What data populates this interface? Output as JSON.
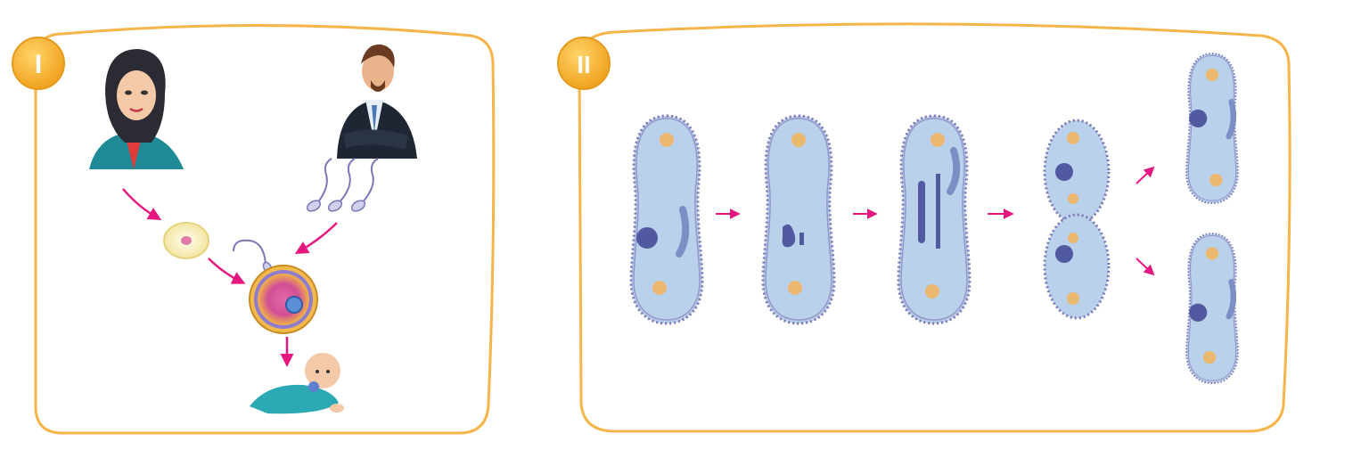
{
  "panels": [
    {
      "id": "panel-1",
      "badge_label": "I"
    },
    {
      "id": "panel-2",
      "badge_label": "II"
    }
  ],
  "icons": {
    "woman": "woman-icon",
    "man": "man-icon",
    "sperm": "sperm-icon",
    "egg": "egg-cell-icon",
    "zygote": "fertilized-egg-icon",
    "baby": "baby-icon",
    "paramecium": "paramecium-icon",
    "arrow": "arrow-icon"
  },
  "colors": {
    "panel_border": "#f5b54a",
    "badge_fill": "#f7b53a",
    "arrow": "#e6187f",
    "cell_body": "#b7cfe8",
    "cell_outline": "#7b77b8",
    "nucleus": "#515aa0",
    "vacuole": "#f3b45b"
  }
}
